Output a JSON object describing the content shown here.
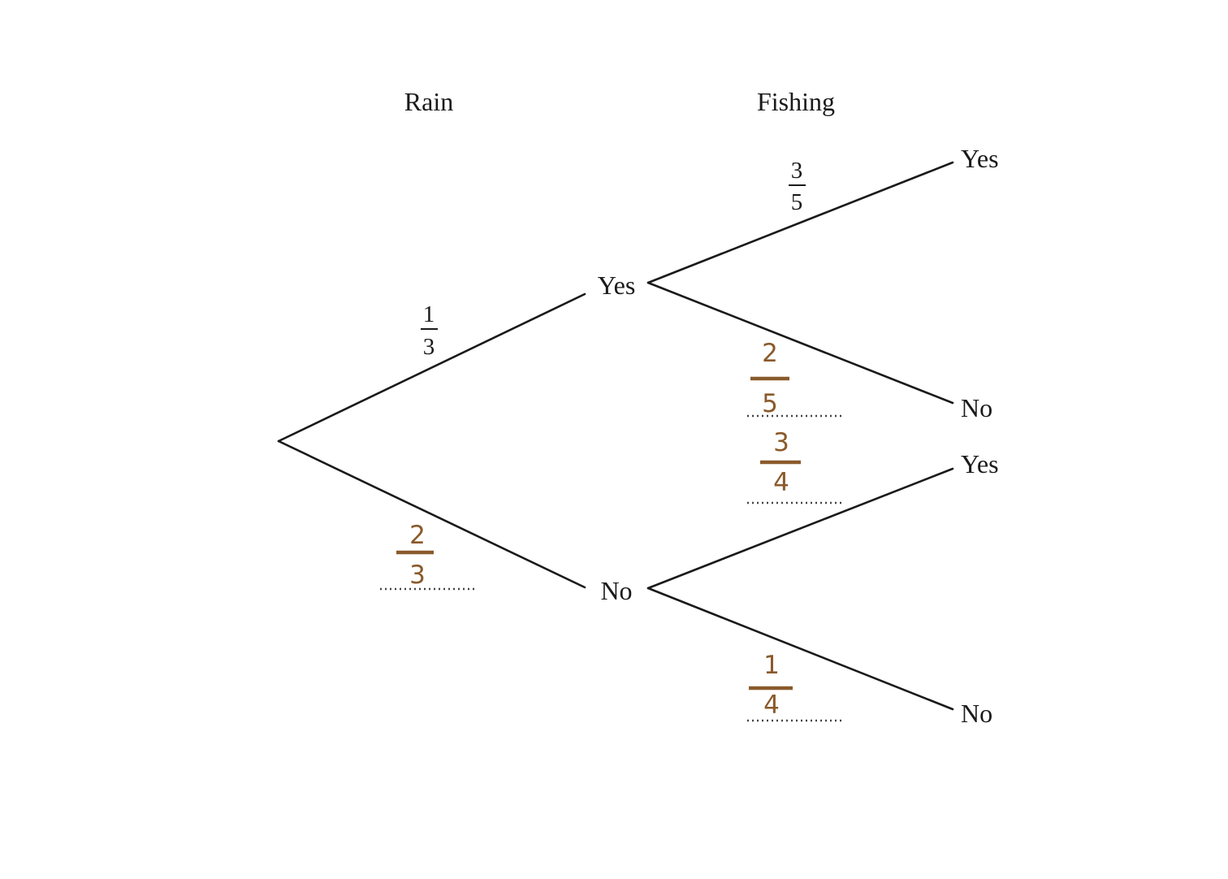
{
  "headers": {
    "rain": "Rain",
    "fishing": "Fishing"
  },
  "nodes": {
    "rain_yes": "Yes",
    "rain_no": "No",
    "yes_yes": "Yes",
    "yes_no": "No",
    "no_yes": "Yes",
    "no_no": "No"
  },
  "given": {
    "rain_yes": {
      "num": "1",
      "den": "3"
    },
    "fish_yes_given_rain": {
      "num": "3",
      "den": "5"
    }
  },
  "answers": {
    "rain_no": {
      "num": "2",
      "den": "3"
    },
    "fish_no_given_rain": {
      "num": "2",
      "den": "5"
    },
    "fish_yes_given_no_rain": {
      "num": "3",
      "den": "4"
    },
    "fish_no_given_no_rain": {
      "num": "1",
      "den": "4"
    }
  },
  "colors": {
    "lines": "#1a1a1a",
    "answers": "#8a5a2b"
  }
}
